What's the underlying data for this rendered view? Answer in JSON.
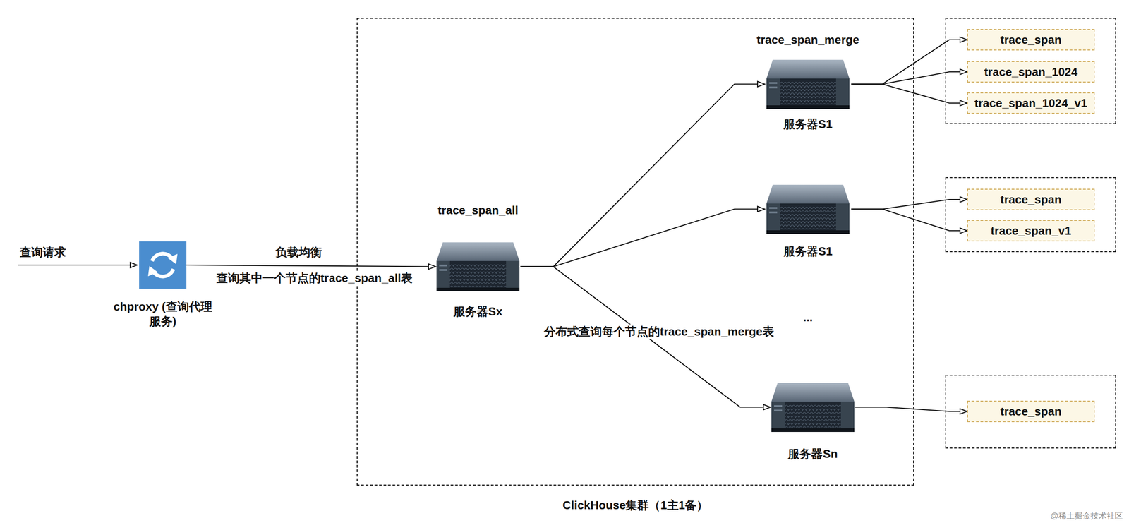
{
  "diagram": {
    "nodes": [
      {
        "text": [
          "chproxy (查询代理服务)"
        ]
      },
      {
        "text": [
          "ClickHouse集群（1主1备）"
        ]
      },
      {
        "text": [
          "trace_span_all",
          "服务器Sx"
        ],
        "in": 1
      },
      {
        "text": [
          "trace_span_merge",
          "服务器S1"
        ],
        "in": 1
      },
      {
        "text": [
          "服务器S1"
        ],
        "in": 1
      },
      {
        "text": [
          "服务器Sn"
        ],
        "in": 1
      },
      {
        "text": []
      },
      {
        "text": [
          "trace_span"
        ],
        "in": 6
      },
      {
        "text": [
          "trace_span_1024"
        ],
        "in": 6
      },
      {
        "text": [
          "trace_span_1024_v1"
        ],
        "in": 6
      },
      {
        "text": []
      },
      {
        "text": [
          "trace_span"
        ],
        "in": 10
      },
      {
        "text": [
          "trace_span_v1"
        ],
        "in": 10
      },
      {
        "text": []
      },
      {
        "text": [
          "trace_span"
        ],
        "in": 13
      }
    ],
    "edges": [
      {
        "from": 0,
        "to": 2,
        "arrow": "to",
        "label": "负载均衡"
      },
      {
        "from": 2,
        "to": 3,
        "arrow": "to"
      },
      {
        "from": 2,
        "to": 4,
        "arrow": "to"
      },
      {
        "from": 2,
        "to": 5,
        "arrow": "to"
      },
      {
        "from": 3,
        "to": 7,
        "arrow": "to"
      },
      {
        "from": 3,
        "to": 8,
        "arrow": "to"
      },
      {
        "from": 3,
        "to": 9,
        "arrow": "to"
      },
      {
        "from": 4,
        "to": 11,
        "arrow": "to"
      },
      {
        "from": 4,
        "to": 12,
        "arrow": "to"
      },
      {
        "from": 5,
        "to": 14,
        "arrow": "to"
      }
    ],
    "labels": [
      "查询请求",
      "查询其中一个节点的trace_span_all表",
      "...",
      "分布式查询每个节点的trace_span_merge表",
      "@稀土掘金技术社区"
    ]
  }
}
